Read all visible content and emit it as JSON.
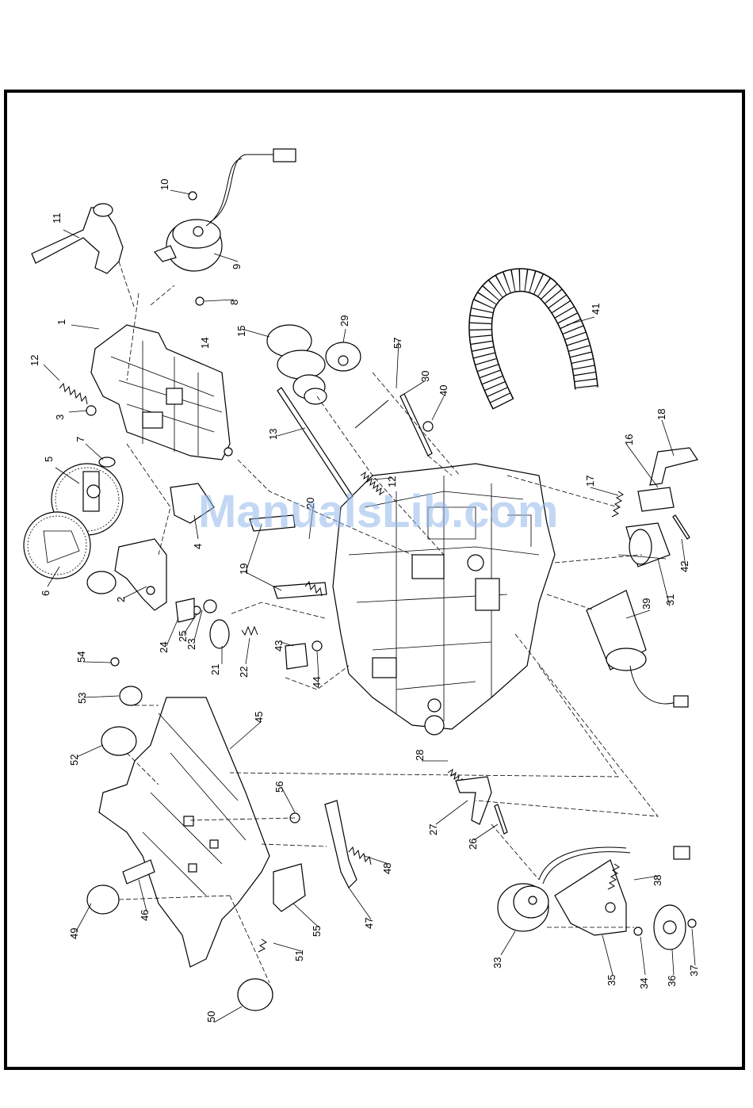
{
  "watermark": "ManualsLib.com",
  "parts": [
    "1",
    "2",
    "3",
    "4",
    "5",
    "6",
    "7",
    "8",
    "9",
    "10",
    "11",
    "12",
    "12",
    "13",
    "14",
    "15",
    "16",
    "17",
    "18",
    "19",
    "20",
    "21",
    "22",
    "23",
    "24",
    "25",
    "26",
    "27",
    "28",
    "29",
    "30",
    "31",
    "33",
    "34",
    "35",
    "36",
    "37",
    "38",
    "39",
    "40",
    "41",
    "42",
    "43",
    "44",
    "45",
    "46",
    "47",
    "48",
    "49",
    "50",
    "51",
    "52",
    "53",
    "54",
    "55",
    "56",
    "57"
  ]
}
